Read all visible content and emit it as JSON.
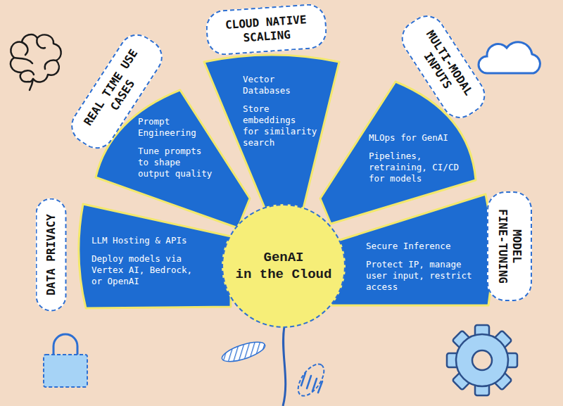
{
  "diagram": {
    "nodes": [
      {
        "text": [
          "CLOUD NATIVE SCALING"
        ]
      },
      {
        "text": [
          "Vector Databases",
          "Store embeddings for similarity search"
        ]
      },
      {
        "text": [
          "REAL TIME USE CASES"
        ]
      },
      {
        "text": [
          "Prompt Engineering",
          "Tune prompts to shape output quality"
        ]
      },
      {
        "text": [
          "MULTI-MODAL INPUTS"
        ]
      },
      {
        "text": [
          "MLOps for GenAI",
          "Pipelines, retraining, CI/CD for models"
        ]
      },
      {
        "text": [
          "DATA PRIVACY"
        ]
      },
      {
        "text": [
          "LLM Hosting & APIs",
          "Deploy models via Vertex AI, Bedrock, or OpenAI"
        ]
      },
      {
        "text": [
          "Secure Inference",
          "Protect IP, manage user input, restrict access"
        ]
      },
      {
        "text": [
          "MODEL FINE-TUNING"
        ]
      },
      {
        "text": [
          "GenAI in the Cloud"
        ]
      }
    ]
  }
}
